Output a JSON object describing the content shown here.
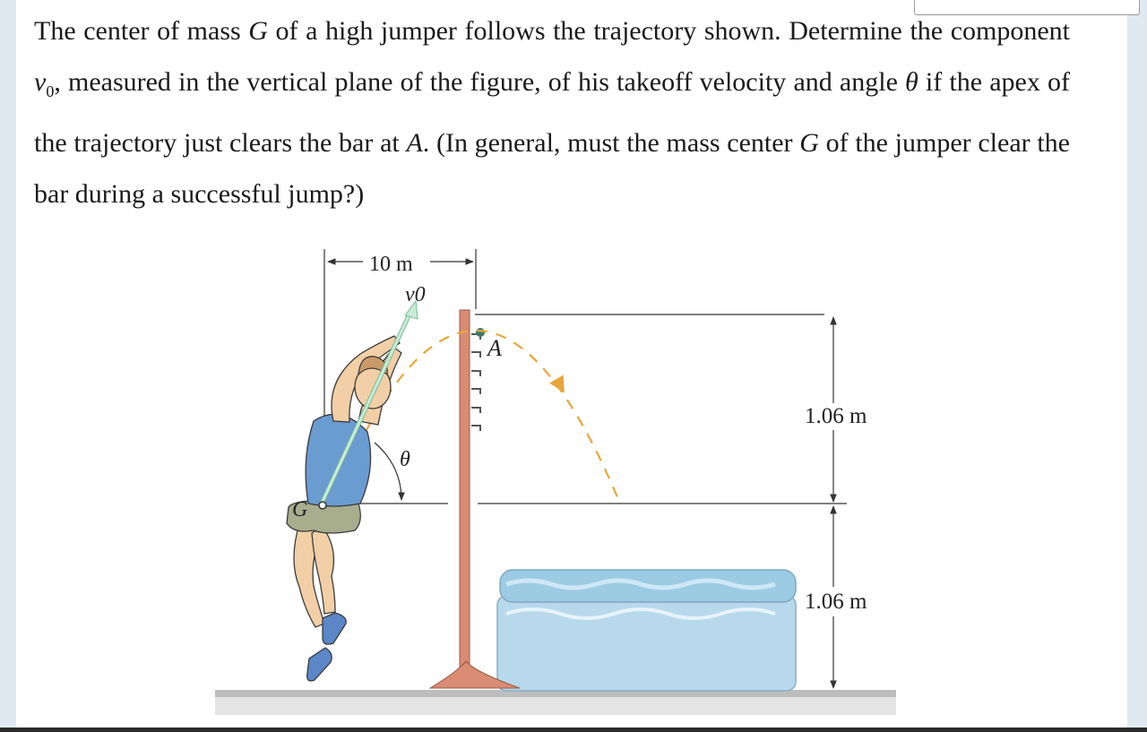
{
  "problem": {
    "p1": "The center of mass ",
    "G1": "G",
    "p2": " of a high jumper follows the trajectory shown. Determine the component ",
    "v0": "v",
    "v0_sub": "0",
    "p3": ", measured in the vertical plane of the figure, of his takeoff velocity and angle ",
    "theta": "θ",
    "p4": " if the apex of the trajectory just clears the bar at ",
    "A": "A",
    "p5": ". (In general, must the mass center ",
    "G2": "G",
    "p6": " of the jumper clear the bar during a successful jump?)"
  },
  "figure": {
    "horizontal_dimension": "10 m",
    "velocity_label": "v0",
    "angle_label": "θ",
    "point_a_label": "A",
    "point_g_label": "G",
    "upper_height": "1.06 m",
    "lower_height": "1.06 m"
  },
  "colors": {
    "pole": "#d98c73",
    "mat": "#b8d9ec",
    "mat_top": "#9ccbe4",
    "jersey": "#6a9bd1",
    "skin": "#f2cfa6",
    "shorts": "#a8ad8e",
    "ground": "#c9c9c9",
    "trajectory": "#e8a63c",
    "velocity_line": "#c8ecd6"
  }
}
